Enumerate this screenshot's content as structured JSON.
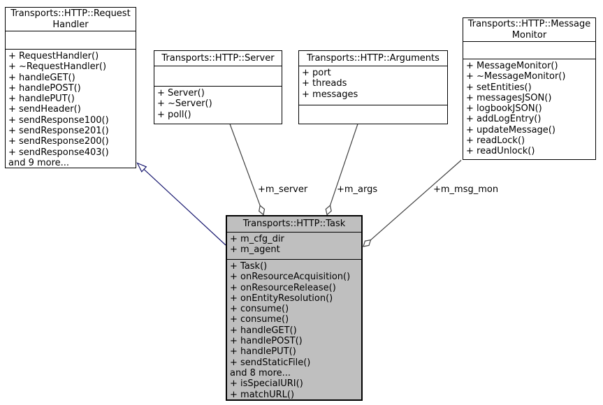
{
  "diagram": {
    "background_color": "#ffffff",
    "box_border_color": "#000000",
    "box_fill_color": "#ffffff",
    "highlight_fill_color": "#bfbfbf",
    "aggregation_edge_color": "#404040",
    "inheritance_edge_color": "#191970",
    "text_color": "#000000"
  },
  "classes": [
    {
      "name": "Transports::HTTP::RequestHandler",
      "title_lines": [
        "Transports::HTTP::Request",
        "Handler"
      ],
      "attributes": [],
      "methods": [
        "+ RequestHandler()",
        "+ ~RequestHandler()",
        "+ handleGET()",
        "+ handlePOST()",
        "+ handlePUT()",
        "+ sendHeader()",
        "+ sendResponse100()",
        "+ sendResponse201()",
        "+ sendResponse200()",
        "+ sendResponse403()",
        "and 9 more..."
      ]
    },
    {
      "name": "Transports::HTTP::Server",
      "title_lines": [
        "Transports::HTTP::Server"
      ],
      "attributes": [],
      "methods": [
        "+ Server()",
        "+ ~Server()",
        "+ poll()"
      ]
    },
    {
      "name": "Transports::HTTP::Arguments",
      "title_lines": [
        "Transports::HTTP::Arguments"
      ],
      "attributes": [
        "+ port",
        "+ threads",
        "+ messages"
      ],
      "methods": []
    },
    {
      "name": "Transports::HTTP::MessageMonitor",
      "title_lines": [
        "Transports::HTTP::Message",
        "Monitor"
      ],
      "attributes": [],
      "methods": [
        "+ MessageMonitor()",
        "+ ~MessageMonitor()",
        "+ setEntities()",
        "+ messagesJSON()",
        "+ logbookJSON()",
        "+ addLogEntry()",
        "+ updateMessage()",
        "+ readLock()",
        "+ readUnlock()"
      ]
    },
    {
      "name": "Transports::HTTP::Task",
      "title_lines": [
        "Transports::HTTP::Task"
      ],
      "attributes": [
        "+ m_cfg_dir",
        "+ m_agent"
      ],
      "methods": [
        "+ Task()",
        "+ onResourceAcquisition()",
        "+ onResourceRelease()",
        "+ onEntityResolution()",
        "+ consume()",
        "+ consume()",
        "+ handleGET()",
        "+ handlePOST()",
        "+ handlePUT()",
        "+ sendStaticFile()",
        "and 8 more...",
        "+ isSpecialURI()",
        "+ matchURL()"
      ]
    }
  ],
  "edges": [
    {
      "label": "+m_server",
      "type": "aggregation",
      "from": "Transports::HTTP::Task",
      "to": "Transports::HTTP::Server"
    },
    {
      "label": "+m_args",
      "type": "aggregation",
      "from": "Transports::HTTP::Task",
      "to": "Transports::HTTP::Arguments"
    },
    {
      "label": "+m_msg_mon",
      "type": "aggregation",
      "from": "Transports::HTTP::Task",
      "to": "Transports::HTTP::MessageMonitor"
    },
    {
      "label": "",
      "type": "inheritance",
      "from": "Transports::HTTP::Task",
      "to": "Transports::HTTP::RequestHandler"
    }
  ]
}
